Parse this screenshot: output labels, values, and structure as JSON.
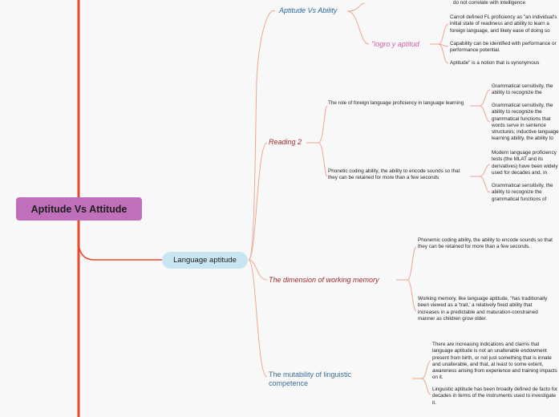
{
  "root": {
    "label": "Aptitude Vs Attitude"
  },
  "main_branch": {
    "label": "Language aptitude"
  },
  "colors": {
    "trunk": "#e8472c",
    "branch": "#f0a593",
    "root_fill": "#c06fbb",
    "pill_fill": "#c7e6f2",
    "aptitude_topic": "#2a6a9a",
    "logro_topic": "#d05fa8",
    "reading_topic": "#9c2a2a",
    "dimension_topic": "#9c2a2a",
    "mutability_topic": "#3a6f9a"
  },
  "topics": {
    "aptitude_vs_ability": {
      "label": "Aptitude Vs Ability",
      "leaves": [
        "do not correlate with intelligence"
      ],
      "logro": {
        "label": "\"logro y aptitud",
        "leaves": [
          "Carroll defined FL proficiency as \"an individual's initial state of readiness and ability to learn a foreign language, and likely ease of doing so",
          "Capability can be identified with performance or performance potential.",
          "Aptitude\" is a notion that is synonymous"
        ]
      }
    },
    "reading_2": {
      "label": "Reading 2",
      "children": [
        {
          "label": "The role of foreign language proficiency in language learning",
          "leaves": [
            "Grammatical sensitivity, the ability to recognize the grammatical functions of words in sentence",
            "Grammatical sensitivity, the ability to recognize the grammatical functions that words serve in sentence structures; inductive language learning ability, the ability to infer the rules from samples of material in a target language and make generalizations and extrapolations (i.e., generalizing, making inferences) based on that material."
          ]
        },
        {
          "label": "Phonetic coding ability, the ability to encode sounds so that they can be retained for more than a few seconds",
          "leaves": [
            "Modern language proficiency tests (the MLAT and its derivatives) have been widely used for decades and, in essence, are still in use today. Some researchers argue that this demonstrates their validity.",
            "Grammatical sensitivity, the ability to recognize the grammatical functions of words in sentences, recognizing the grammatical functions of words in sentence structures."
          ]
        }
      ]
    },
    "working_memory": {
      "label": "The dimension of working memory",
      "leaves": [
        "Phonemic coding ability, the ability to encode sounds so that they can be retained for more than a few seconds.",
        "Working memory, like language aptitude, \"has traditionally been viewed as a 'trait,' a relatively fixed ability that increases in a predictable and maturation-constrained manner as children grow older."
      ]
    },
    "mutability": {
      "label": "The mutability of linguistic competence",
      "leaves": [
        "There are increasing indications and claims that language aptitude is not an unalterable endowment present from birth, or not just something that is innate and unalterable, and that, at least to some extent, awareness arising from experience and training impacts on it.",
        "Linguistic aptitude has been broadly defined de facto for decades in terms of the instruments used to investigate it."
      ]
    }
  }
}
